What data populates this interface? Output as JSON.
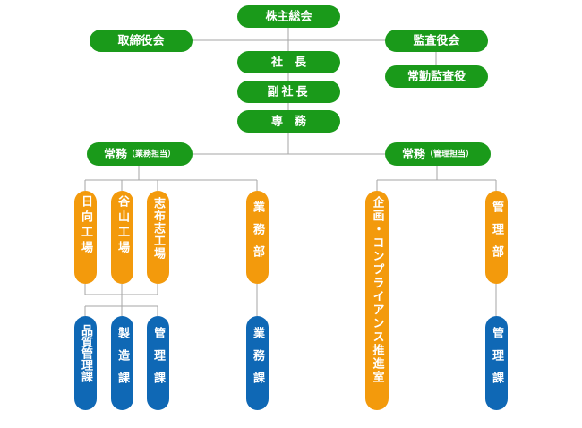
{
  "colors": {
    "green": "#1a9a1a",
    "orange": "#f39a0c",
    "blue": "#0f68b5",
    "line": "#a6a6a6"
  },
  "nodes": {
    "shareholders": "株主総会",
    "board": "取締役会",
    "auditors": "監査役会",
    "standing_auditor": "常勤監査役",
    "president": "社　長",
    "vice_president": "副社長",
    "senior_md": "専　務",
    "md_ops_main": "常務",
    "md_ops_sub": "（業務担当）",
    "md_admin_main": "常務",
    "md_admin_sub": "（管理担当）",
    "hyuga_factory": "日向工場",
    "taniyama_factory": "谷山工場",
    "shibushi_factory": "志布志工場",
    "business_dept": "業務部",
    "planning_compliance": "企画・コンプライアンス推進室",
    "admin_dept": "管理部",
    "quality_section": "品質管理課",
    "manufacturing_section": "製造課",
    "factory_admin_section": "管理課",
    "business_section": "業務課",
    "admin_section": "管理課"
  }
}
